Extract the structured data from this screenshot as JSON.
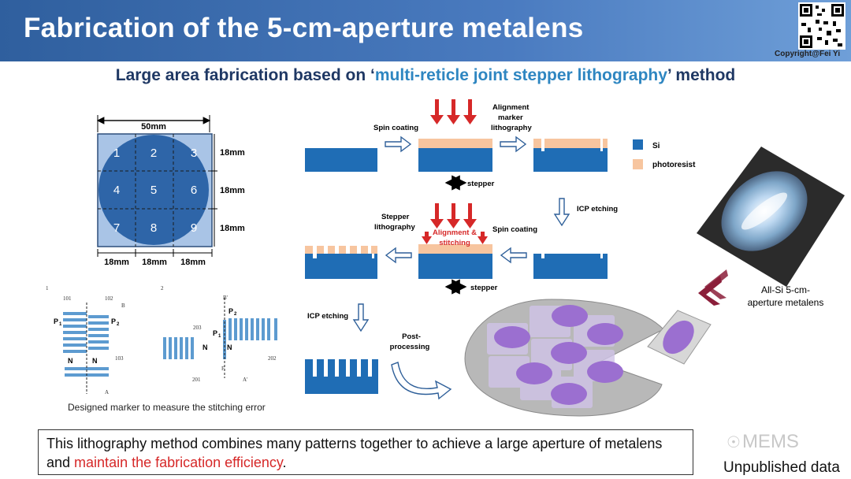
{
  "header": {
    "title": "Fabrication of the 5-cm-aperture metalens",
    "copyright": "Copyright@Fei  Yi"
  },
  "subtitle": {
    "prefix": "Large area fabrication based on ‘",
    "highlight": "multi-reticle joint stepper lithography",
    "suffix": "’ method"
  },
  "grid": {
    "width_label": "50mm",
    "row_labels": [
      "18mm",
      "18mm",
      "18mm"
    ],
    "col_labels": [
      "18mm",
      "18mm",
      "18mm"
    ],
    "cells": [
      "1",
      "2",
      "3",
      "4",
      "5",
      "6",
      "7",
      "8",
      "9"
    ]
  },
  "marker": {
    "caption": "Designed marker to measure the stitching error",
    "left_nums": [
      "1",
      "101",
      "102",
      "B",
      "103",
      "A"
    ],
    "left_labels": [
      "P",
      "1",
      "P",
      "2",
      "N",
      "N"
    ],
    "right_nums": [
      "2",
      "B'",
      "203",
      "201",
      "F",
      "A'",
      "202"
    ],
    "right_labels": [
      "P",
      "2",
      "P",
      "1",
      "N",
      "N"
    ]
  },
  "process": {
    "spin_coating": "Spin coating",
    "alignment_marker_litho": [
      "Alignment",
      "marker",
      "lithography"
    ],
    "legend_si": "Si",
    "legend_photoresist": "photoresist",
    "stepper": "stepper",
    "icp_etching": "ICP etching",
    "stepper_litho": [
      "Stepper",
      "lithography"
    ],
    "align_stitch": [
      "Alignment &",
      "stitching"
    ],
    "spin_coating_2": "Spin coating",
    "stepper_2": "stepper",
    "icp_etching_2": "ICP etching",
    "post_processing": [
      "Post-",
      "processing"
    ]
  },
  "result": {
    "label": [
      "All-Si 5-cm-",
      "aperture metalens"
    ]
  },
  "bottom": {
    "text_before": "This lithography method combines many patterns together to achieve a large aperture of metalens and ",
    "text_red": "maintain the fabrication efficiency",
    "text_after": "."
  },
  "watermark": "MEMS",
  "unpublished": "Unpublished data",
  "colors": {
    "si": "#1f6db5",
    "photoresist": "#f7c59f",
    "arrow_red": "#d62828",
    "wafer_gray": "#b8b8b8",
    "lens_purple": "#9b6fd0"
  }
}
